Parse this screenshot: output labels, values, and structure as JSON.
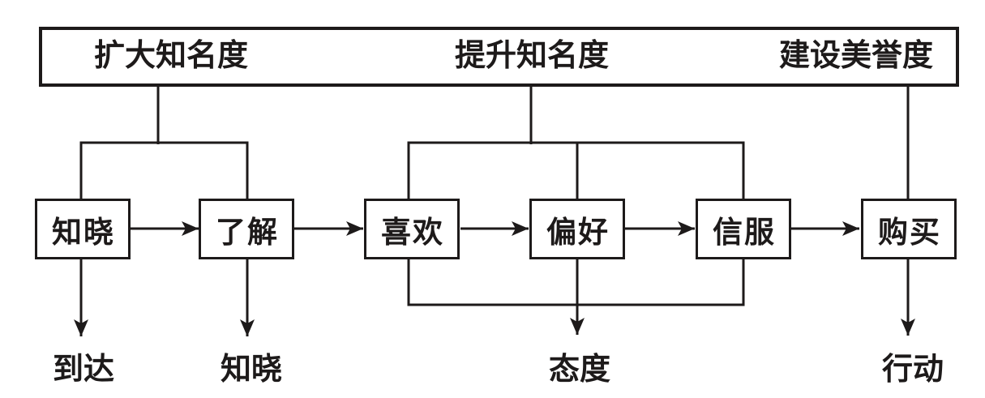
{
  "banner": {
    "items": [
      {
        "label": "扩大知名度"
      },
      {
        "label": "提升知名度"
      },
      {
        "label": "建设美誉度"
      }
    ]
  },
  "stages": {
    "items": [
      {
        "label": "知晓"
      },
      {
        "label": "了解"
      },
      {
        "label": "喜欢"
      },
      {
        "label": "偏好"
      },
      {
        "label": "信服"
      },
      {
        "label": "购买"
      }
    ]
  },
  "outcomes": {
    "items": [
      {
        "label": "到达"
      },
      {
        "label": "知晓"
      },
      {
        "label": "态度"
      },
      {
        "label": "行动"
      }
    ]
  },
  "colors": {
    "ink": "#1d1a1a",
    "background": "#ffffff"
  }
}
